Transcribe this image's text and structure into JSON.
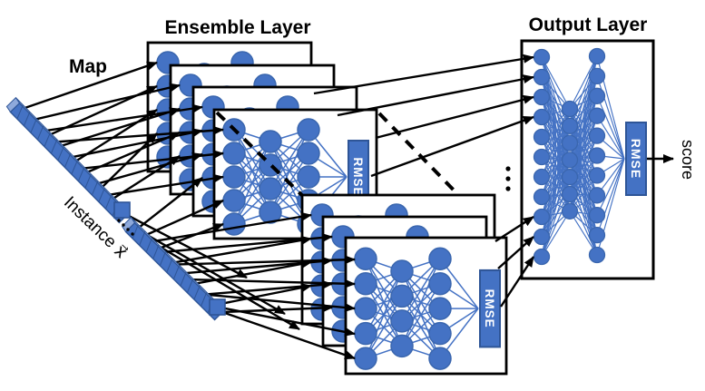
{
  "figure": {
    "ensemble_title": "Ensemble Layer",
    "output_title": "Output Layer",
    "map_label": "Map",
    "instance_label": "Instance x⃗",
    "score_label": "score",
    "rmse_label": "RMSE",
    "structure": {
      "upper_ensemble_panels": 4,
      "lower_ensemble_panels": 3,
      "ensemble_network_layers": [
        5,
        4,
        5
      ],
      "output_network_layers": [
        11,
        7,
        11
      ],
      "instance_vector_segments": 2,
      "ellipsis_between_stacks": "vertical-dots"
    },
    "colors": {
      "node_blue": "#4472C4",
      "node_border": "#2E5597",
      "node_rim": "#3A66AE",
      "edge_blue": "#4472C4",
      "cube_top": "#8EA9DB",
      "rmse_fill": "#4472C4",
      "rmse_text": "#FFFFFF",
      "panel_border": "#000000",
      "arrow": "#000000",
      "background": "#FFFFFF"
    }
  }
}
